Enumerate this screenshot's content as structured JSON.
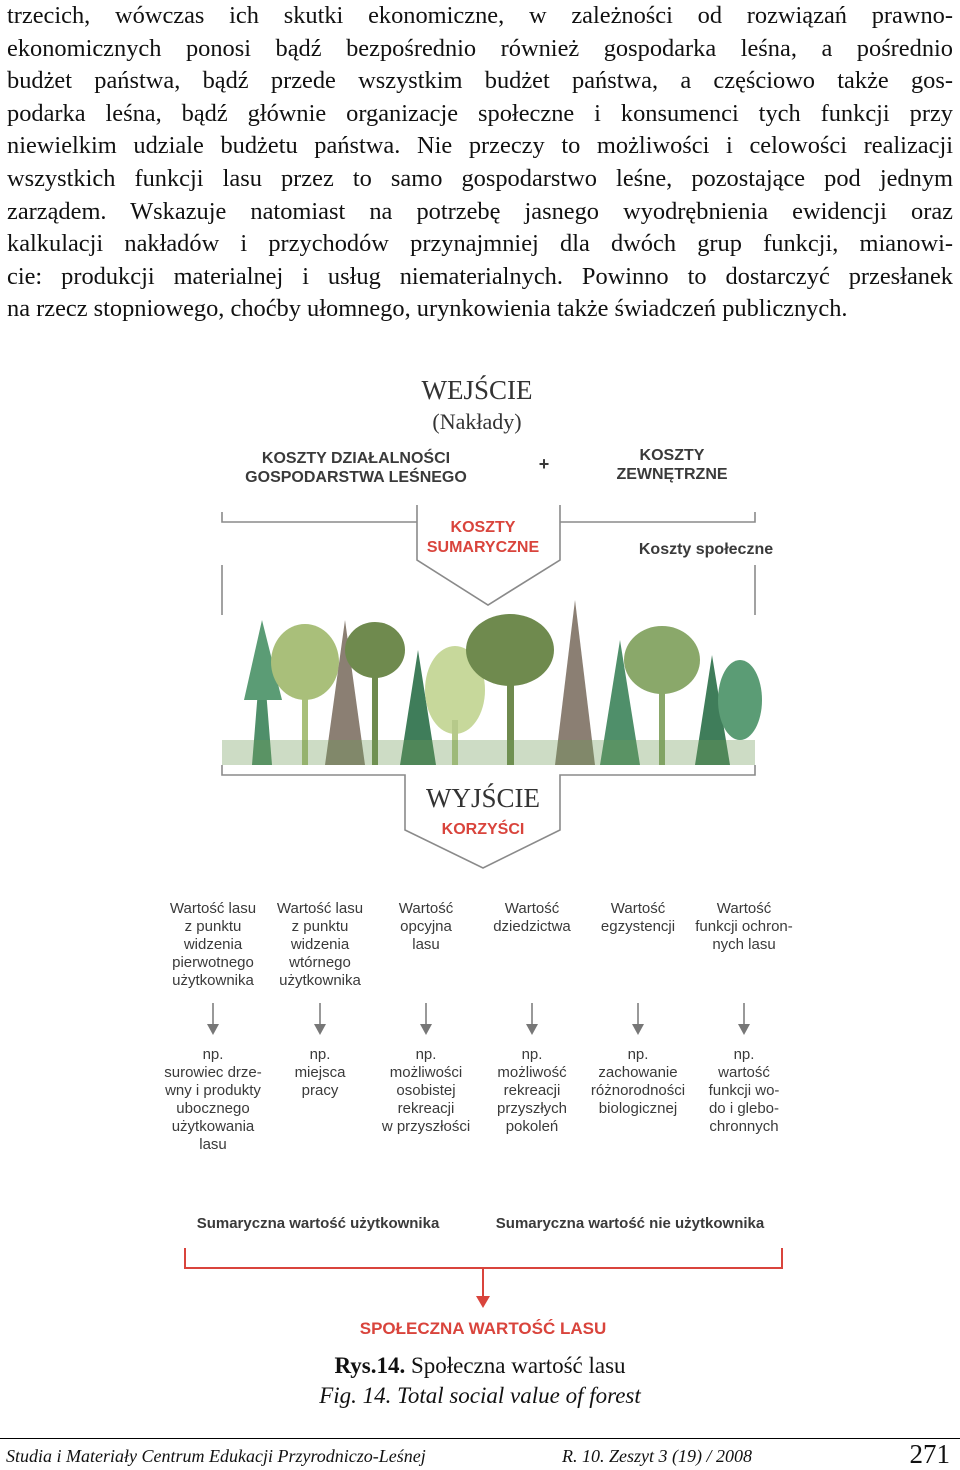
{
  "paragraph_lines": [
    "trzecich, wówczas ich skutki ekonomiczne, w zależności od rozwiązań prawno-",
    "ekonomicznych ponosi bądź bezpośrednio również gospodarka leśna, a pośrednio",
    "budżet państwa, bądź przede wszystkim budżet państwa, a częściowo także gos-",
    "podarka leśna, bądź głównie organizacje społeczne i konsumenci tych funkcji przy",
    "niewielkim udziale budżetu państwa. Nie przeczy to możliwości i celowości realizacji",
    "wszystkich funkcji lasu przez to samo gospodarstwo leśne, pozostające pod jednym",
    "zarządem. Wskazuje natomiast na potrzebę jasnego wyodrębnienia ewidencji oraz",
    "kalkulacji nakładów i przychodów przynajmniej dla dwóch grup funkcji, mianowi-",
    "cie: produkcji materialnej i usług niematerialnych. Powinno to dostarczyć przesłanek",
    "na rzecz stopniowego, choćby ułomnego, urynkowienia także świadczeń publicznych."
  ],
  "figure": {
    "input_title": "WEJŚCIE",
    "input_subtitle": "(Nakłady)",
    "cost_internal_1": "KOSZTY DZIAŁALNOŚCI",
    "cost_internal_2": "GOSPODARSTWA LEŚNEGO",
    "plus": "+",
    "cost_external_1": "KOSZTY",
    "cost_external_2": "ZEWNĘTRZNE",
    "total_costs_1": "KOSZTY",
    "total_costs_2": "SUMARYCZNE",
    "social_costs": "Koszty społeczne",
    "output_title": "WYJŚCIE",
    "output_subtitle": "KORZYŚCI",
    "values": [
      {
        "lines": [
          "Wartość lasu",
          "z punktu",
          "widzenia",
          "pierwotnego",
          "użytkownika"
        ],
        "examples": [
          "np.",
          "surowiec drze-",
          "wny i produkty",
          "ubocznego",
          "użytkowania",
          "lasu"
        ]
      },
      {
        "lines": [
          "Wartość lasu",
          "z punktu",
          "widzenia",
          "wtórnego",
          "użytkownika"
        ],
        "examples": [
          "np.",
          "miejsca",
          "pracy"
        ]
      },
      {
        "lines": [
          "Wartość",
          "opcyjna",
          "lasu"
        ],
        "examples": [
          "np.",
          "możliwości",
          "osobistej",
          "rekreacji",
          "w przyszłości"
        ]
      },
      {
        "lines": [
          "Wartość",
          "dziedzictwa"
        ],
        "examples": [
          "np.",
          "możliwość",
          "rekreacji",
          "przyszłych",
          "pokoleń"
        ]
      },
      {
        "lines": [
          "Wartość",
          "egzystencji"
        ],
        "examples": [
          "np.",
          "zachowanie",
          "różnorodności",
          "biologicznej"
        ]
      },
      {
        "lines": [
          "Wartość",
          "funkcji ochron-",
          "nych lasu"
        ],
        "examples": [
          "np.",
          "wartość",
          "funkcji wo-",
          "do i glebo-",
          "chronnych"
        ]
      }
    ],
    "sum_user": "Sumaryczna wartość użytkownika",
    "sum_nonuser": "Sumaryczna wartość nie użytkownika",
    "social_value": "SPOŁECZNA WARTOŚĆ LASU",
    "colors": {
      "red": "#d9443c",
      "grey_text": "#3a3a3a",
      "arrow": "#777777"
    }
  },
  "caption": {
    "label": "Rys.14.",
    "text_pl": " Społeczna wartość lasu",
    "text_en": "Fig. 14. Total social value of forest"
  },
  "footer": {
    "journal": "Studia i Materiały Centrum Edukacji Przyrodniczo-Leśnej",
    "issue": "R. 10. Zeszyt 3 (19) / 2008",
    "page": "271"
  }
}
